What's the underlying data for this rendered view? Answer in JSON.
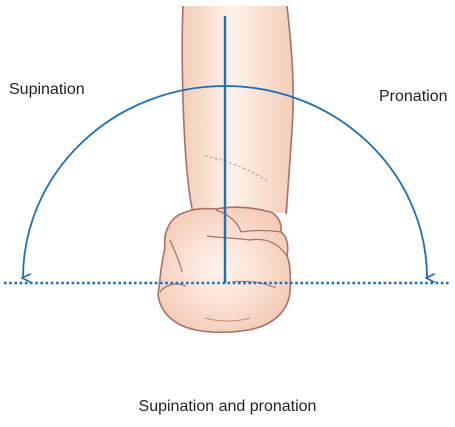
{
  "labels": {
    "left": "Supination",
    "right": "Pronation"
  },
  "caption": "Supination and pronation",
  "colors": {
    "skin": "#f8d9c8",
    "skin_outline": "#a9706a",
    "axis": "#1f6fb5",
    "text": "#231f20"
  }
}
